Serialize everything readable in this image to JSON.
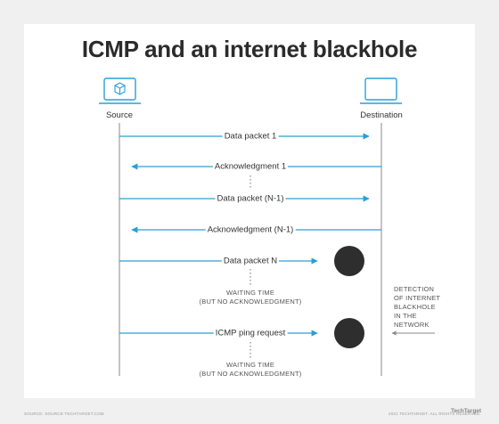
{
  "title": "ICMP and an internet blackhole",
  "nodes": {
    "source": "Source",
    "destination": "Destination"
  },
  "messages": [
    {
      "label": "Data packet 1",
      "direction": "right"
    },
    {
      "label": "Acknowledgment 1",
      "direction": "left"
    },
    {
      "label": "Data packet (N-1)",
      "direction": "right"
    },
    {
      "label": "Acknowledgment (N-1)",
      "direction": "left"
    },
    {
      "label": "Data packet N",
      "direction": "right-blocked"
    },
    {
      "label": "ICMP ping request",
      "direction": "right-blocked"
    }
  ],
  "waiting": [
    {
      "line1": "WAITING TIME",
      "line2": "(BUT NO ACKNOWLEDGMENT)"
    },
    {
      "line1": "WAITING TIME",
      "line2": "(BUT NO ACKNOWLEDGMENT)"
    }
  ],
  "detection": {
    "line1": "DETECTION",
    "line2": "OF INTERNET",
    "line3": "BLACKHOLE",
    "line4": "IN THE",
    "line5": "NETWORK"
  },
  "footer": {
    "left": "SOURCE: SOURCE-TECHTARGET.COM",
    "right": "2021 TECHTARGET. ALL RIGHTS RESERVED.",
    "brand": "TechTarget"
  },
  "colors": {
    "arrow": "#2a9fd6",
    "blackhole": "#2e2e2e",
    "lifeline": "#b0b0b0",
    "icon": "#2a9fd6"
  }
}
